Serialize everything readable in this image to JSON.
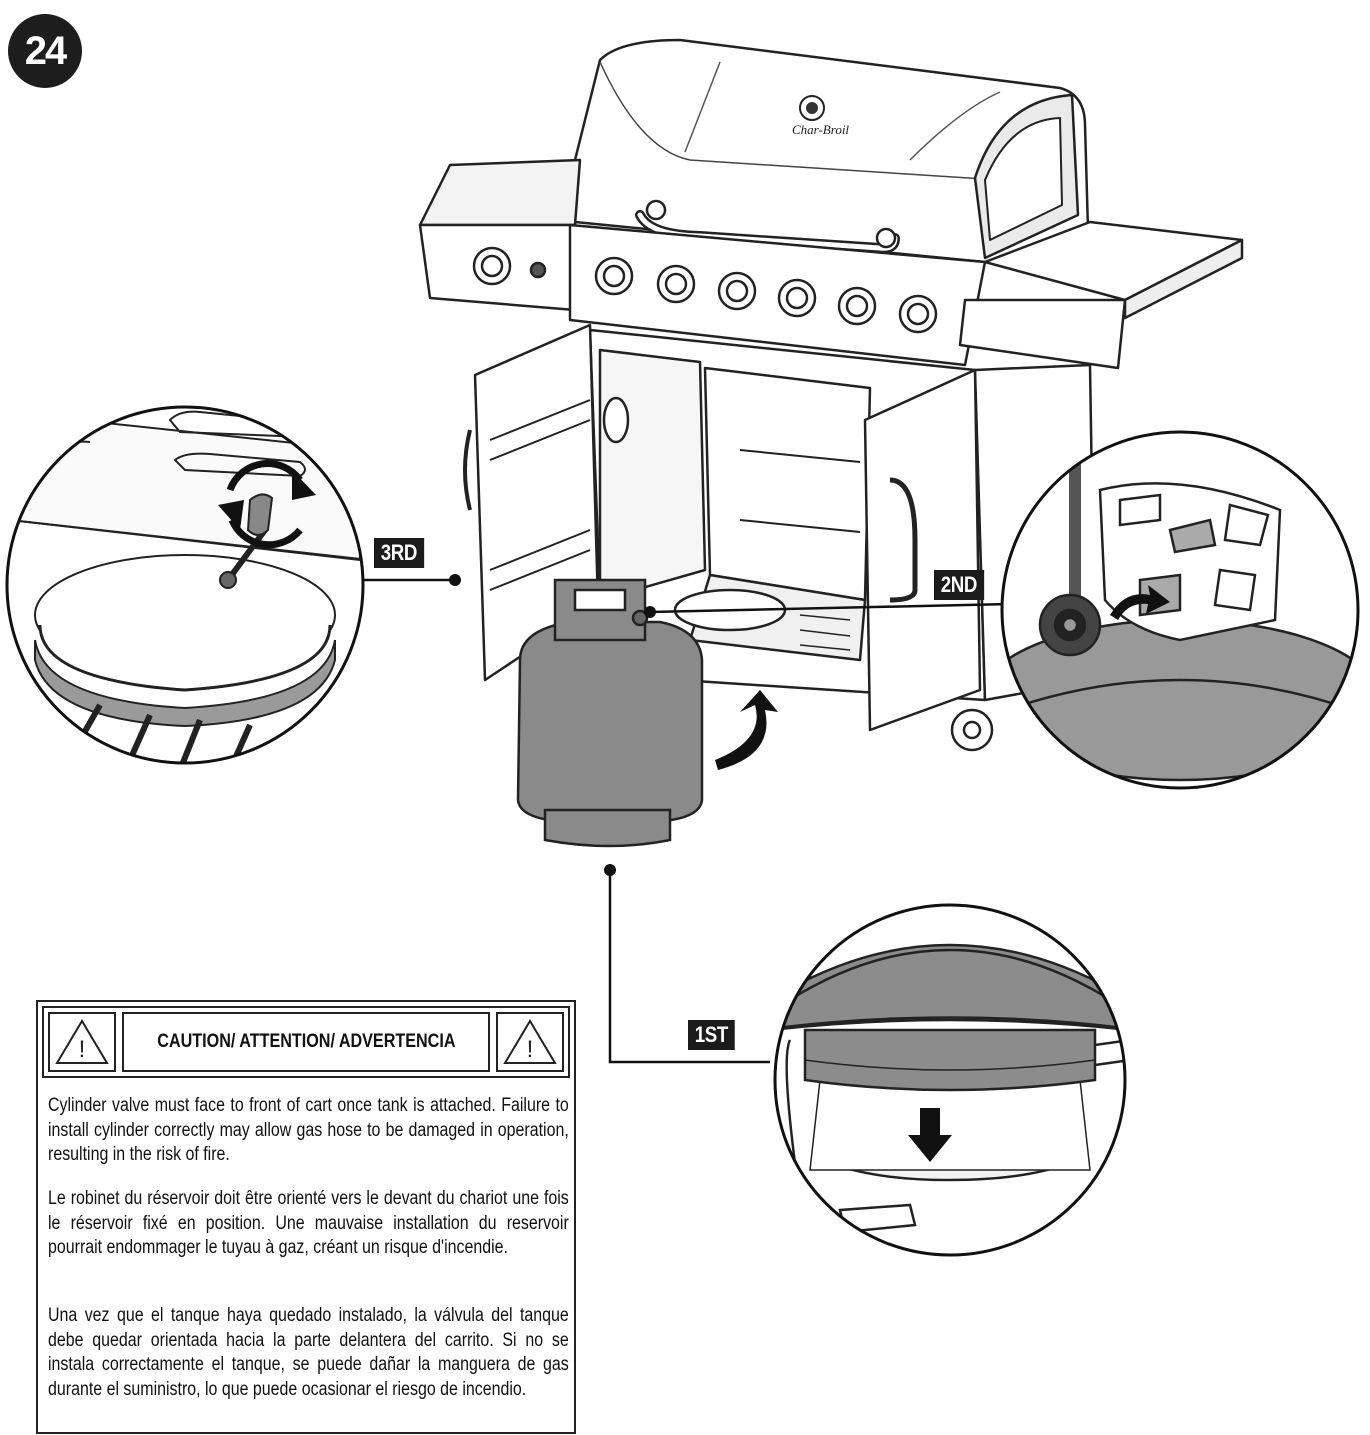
{
  "step": {
    "number": "24"
  },
  "callouts": {
    "first": "1ST",
    "second": "2ND",
    "third": "3RD"
  },
  "grill": {
    "brand_mark": "Char-Broil"
  },
  "caution": {
    "title": "CAUTION/ ATTENTION/ ADVERTENCIA",
    "warning_symbol": "!",
    "icons": [
      "warning-triangle-icon",
      "warning-triangle-icon"
    ],
    "paragraphs": [
      "Cylinder valve must face to front of cart once tank is attached. Failure to install cylinder correctly may allow gas hose to be damaged in operation, resulting in the risk of fire.",
      "Le robinet du réservoir doit être orienté vers le devant du chariot une fois le réservoir fixé en position. Une mauvaise installation du reservoir pourrait endommager le tuyau à gaz, créant un risque d'incendie.",
      "Una vez que el tanque haya quedado instalado, la válvula del tanque debe quedar orientada hacia la parte delantera del carrito. Si no se instala correctamente el tanque, se puede dañar la manguera de gas durante el suministro, lo que puede ocasionar el riesgo de incendio."
    ]
  }
}
